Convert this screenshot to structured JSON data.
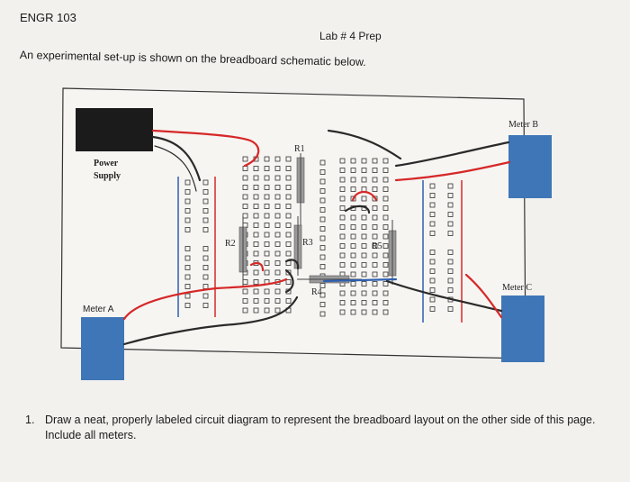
{
  "header": {
    "course": "ENGR 103",
    "lab": "Lab # 4 Prep",
    "intro": "An experimental set-up is shown on the breadboard schematic below."
  },
  "diagram": {
    "labels": {
      "power_supply_line1": "Power",
      "power_supply_line2": "Supply",
      "meter_a": "Meter A",
      "meter_b": "Meter B",
      "meter_c": "Meter C",
      "r1": "R1",
      "r2": "R2",
      "r3": "R3",
      "r4": "R4",
      "r5": "R5"
    },
    "colors": {
      "power_supply": "#1b1b1b",
      "meter": "#3f76b8",
      "wire_red": "#d62828",
      "wire_black": "#2a2a2a",
      "rail_red": "#d62828",
      "rail_blue": "#2e5fb0"
    }
  },
  "question": {
    "number": "1.",
    "text": "Draw a neat, properly labeled circuit diagram to represent the breadboard layout on the other side of this page. Include all meters."
  }
}
